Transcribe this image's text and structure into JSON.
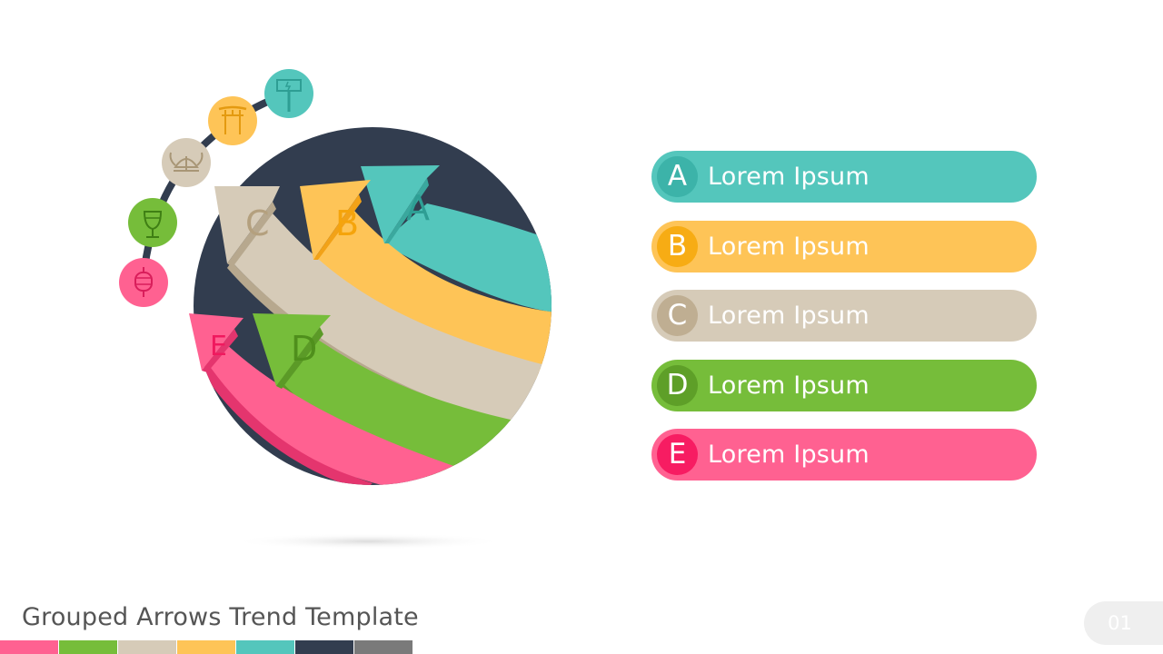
{
  "title": "Grouped Arrows Trend Template",
  "page_number": "01",
  "colors": {
    "pink": "#FF6191",
    "green": "#76BD3A",
    "beige": "#D6CBB8",
    "yellow": "#FEC457",
    "teal": "#54C6BC",
    "navy": "#323D4F",
    "gray": "#7A7A7A"
  },
  "arrows": [
    {
      "letter": "A",
      "color": "#54C6BC",
      "shadow": "#3AA89E",
      "letter_color": "#2E9E94"
    },
    {
      "letter": "B",
      "color": "#FEC457",
      "shadow": "#F2A218",
      "letter_color": "#F5A40B"
    },
    {
      "letter": "C",
      "color": "#D6CBB8",
      "shadow": "#B7A88E",
      "letter_color": "#B4A07E"
    },
    {
      "letter": "D",
      "color": "#76BD3A",
      "shadow": "#5B9A27",
      "letter_color": "#4F8F1C"
    },
    {
      "letter": "E",
      "color": "#FF6191",
      "shadow": "#E4356E",
      "letter_color": "#F0195E"
    }
  ],
  "icons": [
    {
      "name": "hammer-icon",
      "color": "#54C6BC",
      "stroke": "#2E9E94"
    },
    {
      "name": "torii-gate-icon",
      "color": "#FEC457",
      "stroke": "#E49A10"
    },
    {
      "name": "viking-helmet-icon",
      "color": "#D6CBB8",
      "stroke": "#A89676"
    },
    {
      "name": "wine-glass-icon",
      "color": "#76BD3A",
      "stroke": "#3F7F14"
    },
    {
      "name": "lantern-icon",
      "color": "#FF6191",
      "stroke": "#D91E5B"
    }
  ],
  "legend": [
    {
      "letter": "A",
      "text": "Lorem Ipsum",
      "color": "#54C6BC",
      "badge": "#3CB3A9"
    },
    {
      "letter": "B",
      "text": "Lorem Ipsum",
      "color": "#FEC457",
      "badge": "#F7AC14"
    },
    {
      "letter": "C",
      "text": "Lorem Ipsum",
      "color": "#D6CBB8",
      "badge": "#BFAE92"
    },
    {
      "letter": "D",
      "text": "Lorem Ipsum",
      "color": "#76BD3A",
      "badge": "#5E9F28"
    },
    {
      "letter": "E",
      "text": "Lorem Ipsum",
      "color": "#FF6191",
      "badge": "#F71C62"
    }
  ],
  "footer_bar": [
    "#FF6191",
    "#76BD3A",
    "#D6CBB8",
    "#FEC457",
    "#54C6BC",
    "#323D4F",
    "#7A7A7A"
  ]
}
